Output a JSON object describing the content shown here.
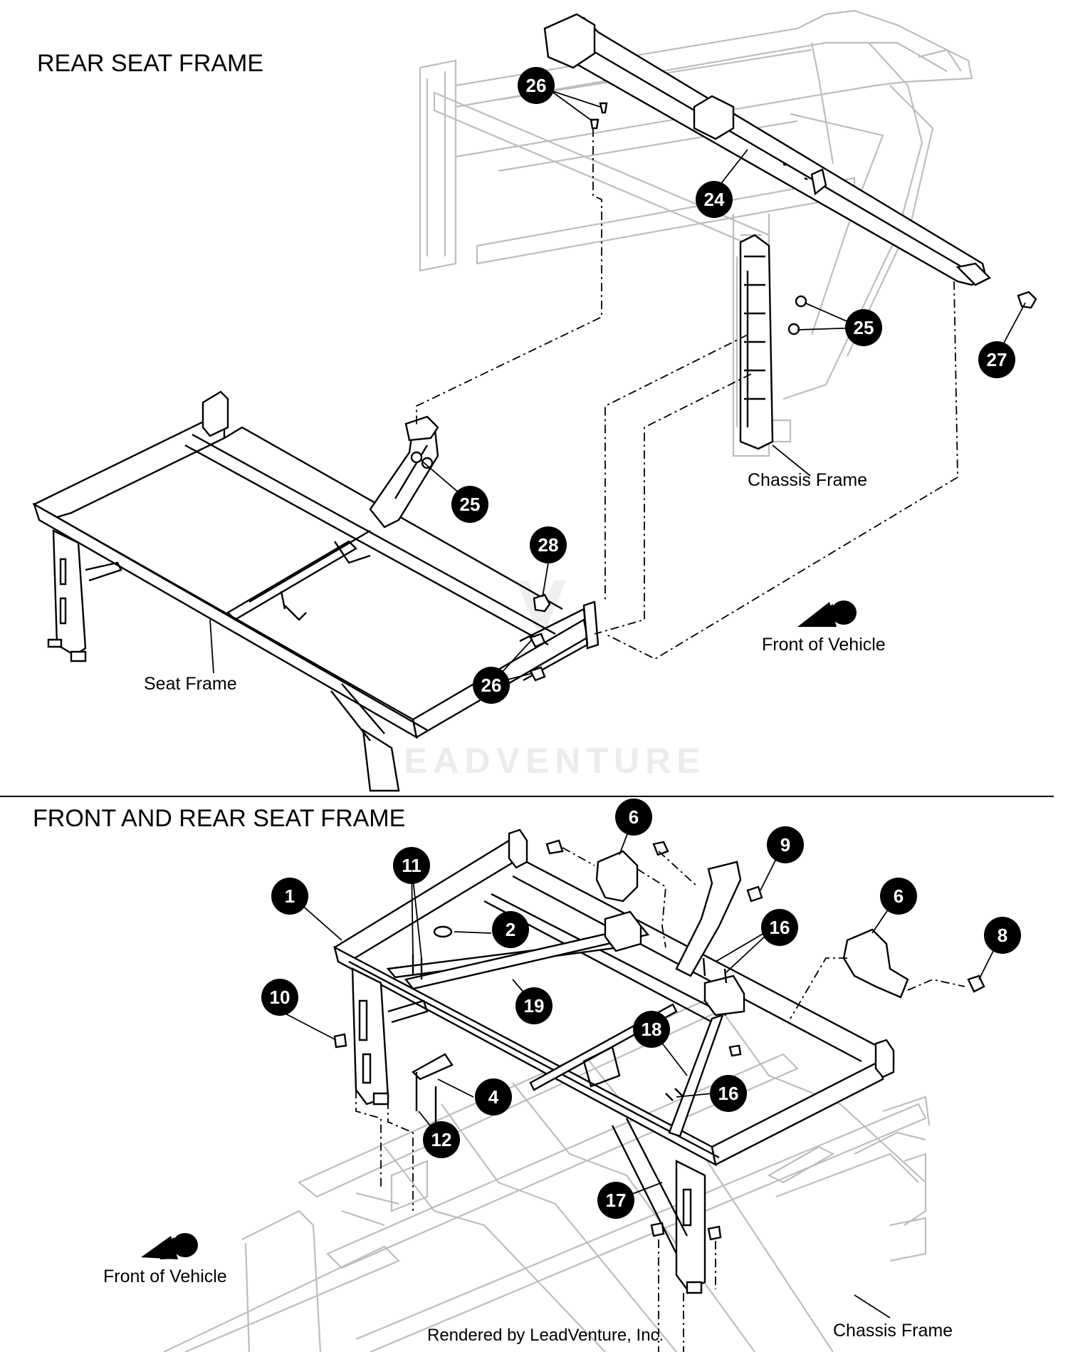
{
  "sections": [
    {
      "title": "REAR SEAT FRAME",
      "labels": {
        "chassis": "Chassis Frame",
        "front": "Front of Vehicle",
        "seat": "Seat Frame"
      },
      "callouts": [
        "26",
        "24",
        "25",
        "27",
        "25",
        "28",
        "26"
      ]
    },
    {
      "title": "FRONT AND REAR SEAT FRAME",
      "labels": {
        "front": "Front of Vehicle",
        "chassis": "Chassis Frame"
      },
      "callouts": [
        "6",
        "11",
        "9",
        "1",
        "2",
        "16",
        "6",
        "8",
        "10",
        "19",
        "18",
        "4",
        "16",
        "12",
        "17"
      ]
    }
  ],
  "watermark": "LEADVENTURE",
  "credit": "Rendered by LeadVenture, Inc.",
  "colors": {
    "line": "#000000",
    "ghost_line": "#bdbdbd",
    "callout_fill": "#000000",
    "callout_text": "#ffffff",
    "watermark": "#ececec"
  }
}
